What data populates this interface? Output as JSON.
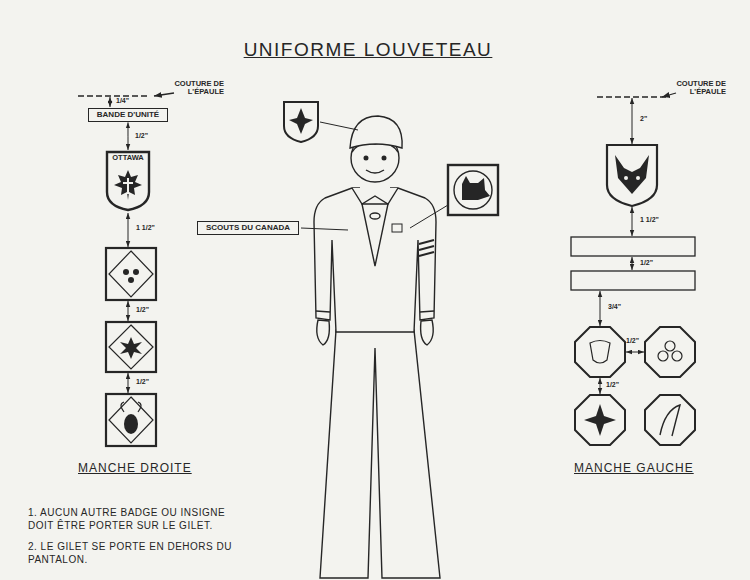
{
  "diagram": {
    "title": "UNIFORME LOUVETEAU",
    "nodes": [
      {
        "text": [
          "BANDE D'UNITÉ"
        ]
      },
      {
        "text": [
          "OTTAWA"
        ]
      },
      {
        "text": [
          "SCOUTS DU CANADA"
        ]
      }
    ],
    "edges": [
      {
        "from": 0,
        "to": 1,
        "label": "1/2\"",
        "arrow": "both"
      }
    ],
    "labels": [
      "COUTURE DE L'ÉPAULE",
      "1/4\"",
      "1 1/2\"",
      "1/2\"",
      "1/2\"",
      "MANCHE DROITE",
      "COUTURE DE L'ÉPAULE",
      "2\"",
      "1 1/2\"",
      "1/2\"",
      "3/4\"",
      "1/2\"",
      "1/2\"",
      "MANCHE GAUCHE",
      "1. AUCUN AUTRE BADGE OU INSIGNE DOIT ÊTRE PORTER SUR LE GILET.",
      "2. LE GILET SE PORTE EN DEHORS DU PANTALON."
    ]
  }
}
